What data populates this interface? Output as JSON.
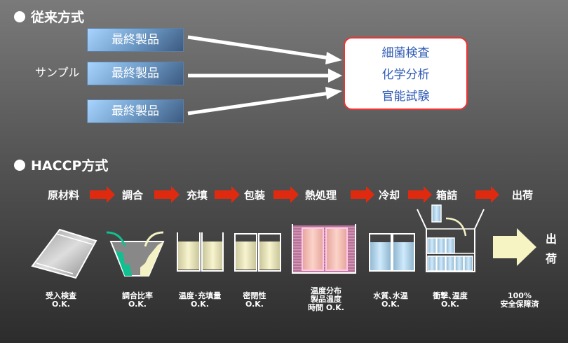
{
  "conventional": {
    "heading": "従来方式",
    "sample_label": "サンプル",
    "products": [
      "最終製品",
      "最終製品",
      "最終製品"
    ],
    "tests": [
      "細菌検査",
      "化学分析",
      "官能試験"
    ]
  },
  "haccp": {
    "heading": "HACCP方式",
    "steps": [
      "原材料",
      "調合",
      "充填",
      "包装",
      "熱処理",
      "冷却",
      "箱詰",
      "出荷"
    ],
    "captions": [
      [
        "受入検査",
        "O.K."
      ],
      [
        "調合比率",
        "O.K."
      ],
      [
        "温度･充填量",
        "O.K."
      ],
      [
        "密閉性",
        "O.K."
      ],
      [
        "温度分布",
        "製品温度",
        "時間 O.K."
      ],
      [
        "水質､水温",
        "O.K."
      ],
      [
        "衝撃､温度",
        "O.K."
      ],
      [
        "100%",
        "安全保障済"
      ]
    ],
    "ship_label": [
      "出",
      "荷"
    ]
  },
  "colors": {
    "arrow_red": "#e02a10",
    "result_border": "#e33333",
    "result_text": "#2f5bb5",
    "liquid_yellow": "#f4f1c4",
    "liquid_blue": "#b8dcf2",
    "heat_pink": "#c07aa0"
  }
}
